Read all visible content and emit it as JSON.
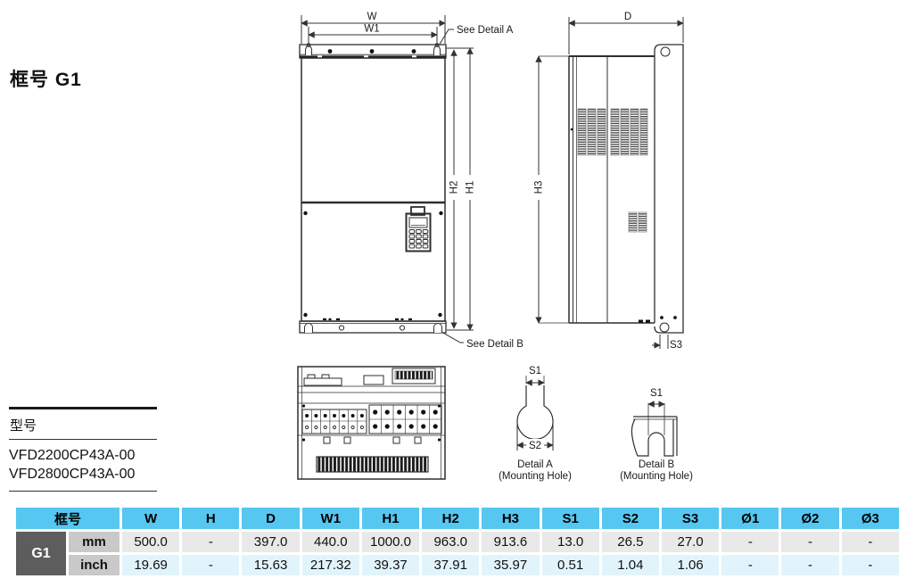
{
  "page": {
    "frame_heading": "框号 G1"
  },
  "model_section": {
    "title": "型号",
    "models": [
      "VFD2200CP43A-00",
      "VFD2800CP43A-00"
    ]
  },
  "drawing": {
    "labels": {
      "w": "W",
      "w1": "W1",
      "h1": "H1",
      "h2": "H2",
      "h3": "H3",
      "d": "D",
      "s1": "S1",
      "s2": "S2",
      "s3": "S3",
      "see_detail_a": "See Detail A",
      "see_detail_b": "See Detail B",
      "detail_a": "Detail A",
      "detail_b": "Detail B",
      "mounting_hole": "(Mounting Hole)"
    }
  },
  "table": {
    "headers": [
      "框号",
      "W",
      "H",
      "D",
      "W1",
      "H1",
      "H2",
      "H3",
      "S1",
      "S2",
      "S3",
      "Ø1",
      "Ø2",
      "Ø3"
    ],
    "rows": [
      {
        "frame": "G1",
        "unit": "mm",
        "values": [
          "500.0",
          "-",
          "397.0",
          "440.0",
          "1000.0",
          "963.0",
          "913.6",
          "13.0",
          "26.5",
          "27.0",
          "-",
          "-",
          "-"
        ]
      },
      {
        "unit": "inch",
        "values": [
          "19.69",
          "-",
          "15.63",
          "217.32",
          "39.37",
          "37.91",
          "35.97",
          "0.51",
          "1.04",
          "1.06",
          "-",
          "-",
          "-"
        ]
      }
    ],
    "colors": {
      "header_bg": "#56c7f0",
      "frame_bg": "#5d5d5d",
      "unit_bg": "#c9c9c9",
      "mm_row_bg": "#e9e9e9",
      "inch_row_bg": "#e2f4fb"
    }
  }
}
